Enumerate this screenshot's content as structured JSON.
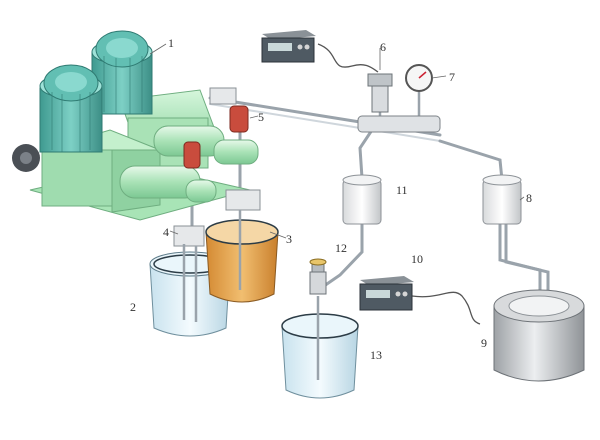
{
  "labels": {
    "n1": "1",
    "n2": "2",
    "n3": "3",
    "n4": "4",
    "n5": "5",
    "n6": "6",
    "n7": "7",
    "n8": "8",
    "n9": "9",
    "n10": "10",
    "n11": "11",
    "n12": "12",
    "n13": "13"
  },
  "colors": {
    "motor": "#58b7ac",
    "pump_body": "#b8ecc4",
    "pump_dark": "#8fd6a3",
    "orange_liquid": "#e8a64a",
    "glass": "#dfeff5",
    "filter": "#c94c3d",
    "panel": "#4f5a63",
    "tank_grey": "#c7c9cc"
  }
}
